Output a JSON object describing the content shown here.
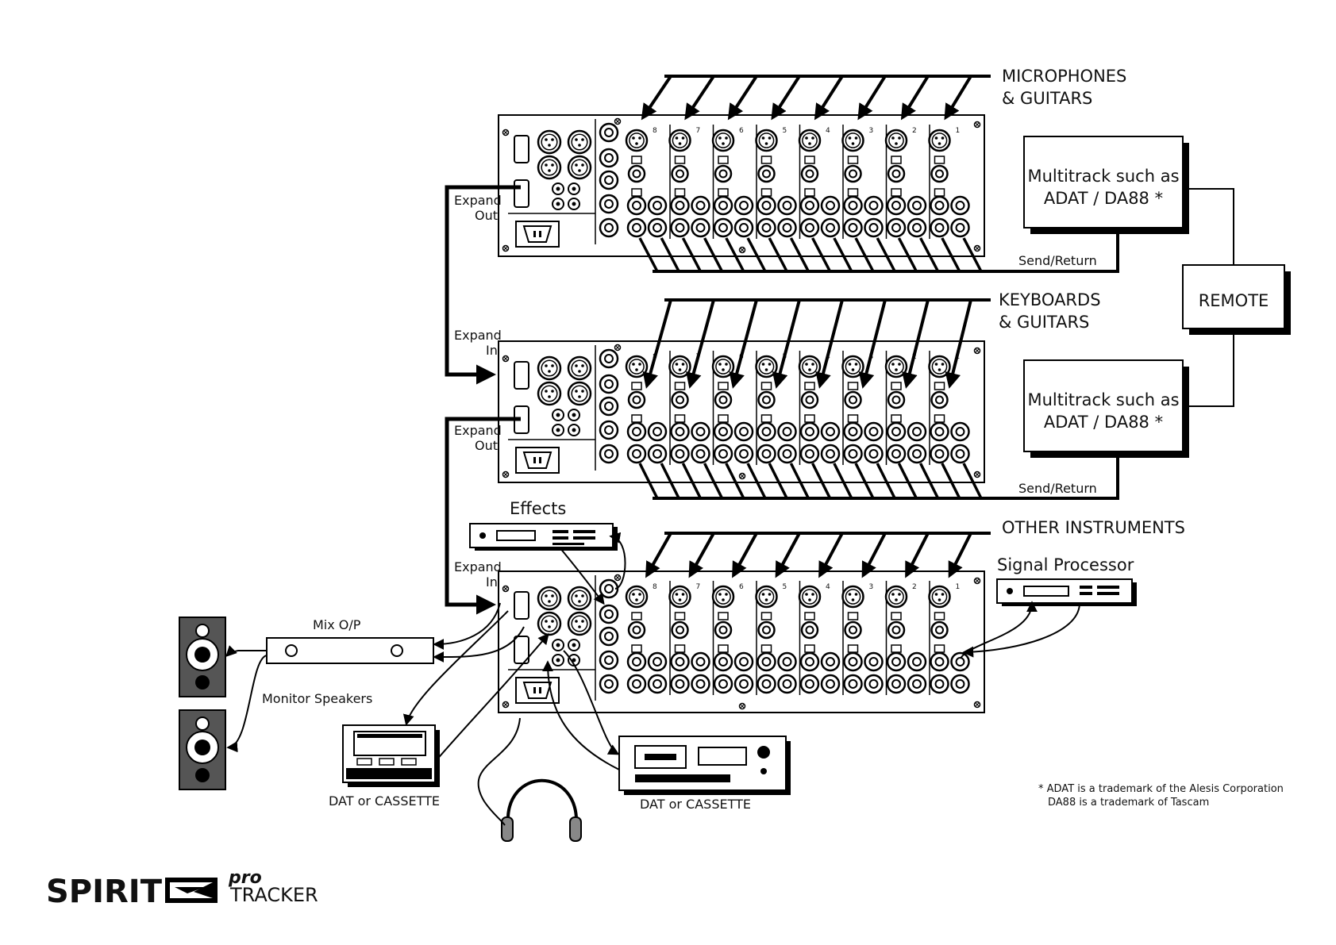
{
  "labels": {
    "microphones_l1": "MICROPHONES",
    "microphones_l2": "& GUITARS",
    "keyboards_l1": "KEYBOARDS",
    "keyboards_l2": "& GUITARS",
    "other_instruments": "OTHER INSTRUMENTS",
    "multitrack1_l1": "Multitrack such as",
    "multitrack1_l2": "ADAT / DA88 *",
    "multitrack2_l1": "Multitrack such as",
    "multitrack2_l2": "ADAT / DA88 *",
    "remote": "REMOTE",
    "send_return_1": "Send/Return",
    "send_return_2": "Send/Return",
    "expand_out_1_l1": "Expand",
    "expand_out_1_l2": "Out",
    "expand_in_2_l1": "Expand",
    "expand_in_2_l2": "In",
    "expand_out_2_l1": "Expand",
    "expand_out_2_l2": "Out",
    "expand_in_3_l1": "Expand",
    "expand_in_3_l2": "In",
    "effects": "Effects",
    "signal_processor": "Signal Processor",
    "mix_op": "Mix O/P",
    "monitor_speakers": "Monitor Speakers",
    "dat_cassette_1": "DAT or CASSETTE",
    "dat_cassette_2": "DAT or CASSETTE",
    "footnote_l1": "* ADAT is a trademark of the Alesis Corporation",
    "footnote_l2": "DA88 is a trademark of Tascam"
  },
  "logo": {
    "brand": "SPIRIT",
    "model_top": "pro",
    "model_bottom": "TRACKER"
  },
  "channel_numbers": [
    "8",
    "7",
    "6",
    "5",
    "4",
    "3",
    "2",
    "1"
  ]
}
